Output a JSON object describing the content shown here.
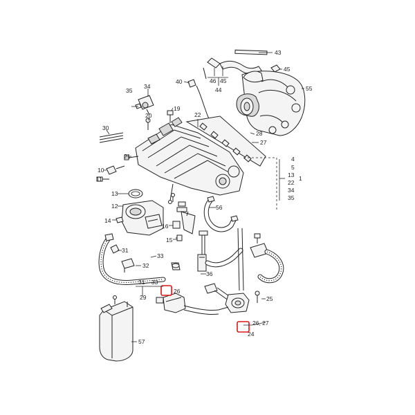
{
  "callouts": {
    "c43": "43",
    "c46": "46",
    "c45a": "45",
    "c44": "44",
    "c45b": "45",
    "c40": "40",
    "c34": "34",
    "c35a": "35",
    "c55": "55",
    "c19": "19",
    "c20": "20",
    "c22": "22",
    "c30": "30",
    "c28": "28",
    "c27a": "27",
    "c21": "21",
    "c4": "4",
    "c5": "5",
    "c13a": "13",
    "c22b": "22",
    "c1": "1",
    "c34b": "34",
    "c35b": "35",
    "c10": "10",
    "c11": "11",
    "c13": "13",
    "c12": "12",
    "c14": "14",
    "c56": "56",
    "c16": "16",
    "c15": "15",
    "c31": "31",
    "c33": "33",
    "c32": "32",
    "c36": "36",
    "c3133": "31 – 33",
    "c29": "29",
    "c26a": "26",
    "c25": "25",
    "c2627": "26, 27",
    "c24": "24",
    "c57": "57"
  },
  "colors": {
    "line": "#222222",
    "highlight": "#e01515",
    "background": "#ffffff"
  }
}
